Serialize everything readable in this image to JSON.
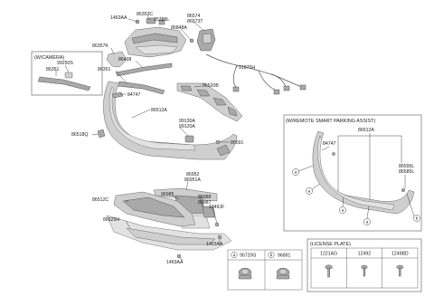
{
  "labels": {
    "p1463AA_top": "1463AA",
    "p86353C": "86353C",
    "p25388L": "25388L",
    "p86574": "86574",
    "p86573T": "86573T",
    "p86848A": "86848A",
    "p86357K": "86357K",
    "p86438": "86438",
    "p91870H": "91870H",
    "p86351_main": "86351",
    "p86520B": "86520B",
    "p84747_main": "84747",
    "p86512A_main": "86512A",
    "p99130A": "99130A",
    "p99120A": "99120A",
    "p86518Q": "86518Q",
    "p86591": "86591",
    "p86952": "86952",
    "p86951A": "86951A",
    "p96985": "96985",
    "p86988": "86988",
    "p86987": "86987",
    "p1249JF": "1249JF",
    "p86512C": "86512C",
    "p86525H": "86525H",
    "p1463AA_mid": "1463AA",
    "p1463AA_bot": "1463AA"
  },
  "camera_box": {
    "title": "(W/CAMERA)",
    "p99250S": "99250S",
    "p86351": "86351"
  },
  "parking_box": {
    "title": "(W/REMOTE SMART PARKING ASSIST)",
    "p84747": "84747",
    "p86512A": "86512A",
    "p86595L": "86595L",
    "p86585L": "86585L",
    "callouts": [
      "a",
      "a",
      "a",
      "a",
      "b"
    ]
  },
  "legend_ab": {
    "a_letter": "a",
    "a_part": "95720G",
    "b_letter": "b",
    "b_part": "96891"
  },
  "license_plate": {
    "title": "(LICENSE PLATE)",
    "parts": [
      "1221AG",
      "12492",
      "1249BD"
    ]
  }
}
